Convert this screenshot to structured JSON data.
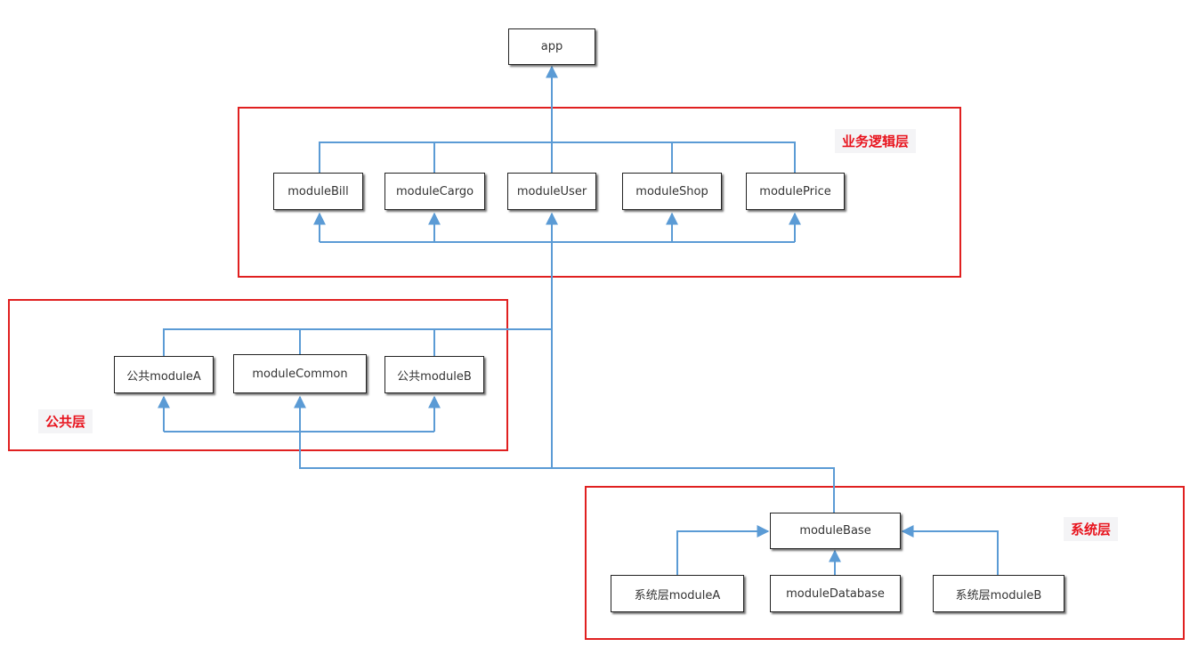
{
  "colors": {
    "region_border": "#e02020",
    "region_label": "#e8141e",
    "edge": "#5b9bd5"
  },
  "regions": {
    "business": {
      "label": "业务逻辑层"
    },
    "common": {
      "label": "公共层"
    },
    "system": {
      "label": "系统层"
    }
  },
  "nodes": {
    "app": "app",
    "moduleBill": "moduleBill",
    "moduleCargo": "moduleCargo",
    "moduleUser": "moduleUser",
    "moduleShop": "moduleShop",
    "modulePrice": "modulePrice",
    "commonModuleA": "公共moduleA",
    "moduleCommon": "moduleCommon",
    "commonModuleB": "公共moduleB",
    "moduleBase": "moduleBase",
    "systemModuleA": "系统层moduleA",
    "moduleDatabase": "moduleDatabase",
    "systemModuleB": "系统层moduleB"
  }
}
